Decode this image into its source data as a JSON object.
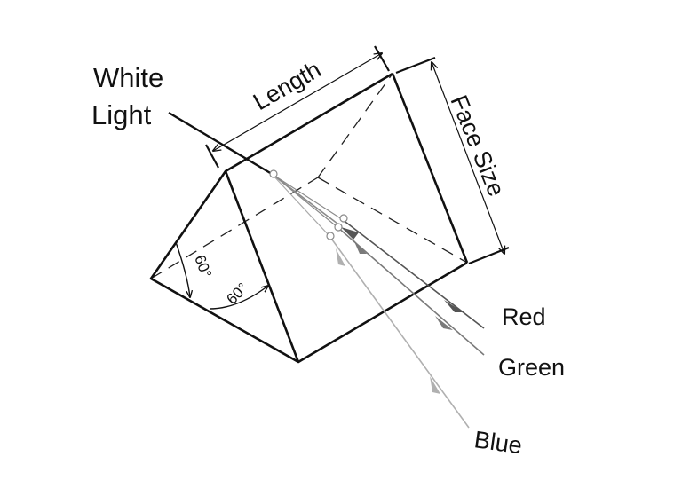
{
  "labels": {
    "white_light_line1": "White",
    "white_light_line2": "Light",
    "length": "Length",
    "face_size": "Face Size",
    "angle_left": "60°",
    "angle_bottom": "60°",
    "red": "Red",
    "green": "Green",
    "blue": "Blue"
  },
  "colors": {
    "outline": "#111111",
    "red_ray": "#555555",
    "green_ray": "#7a7a7a",
    "blue_ray": "#b0b0b0"
  }
}
